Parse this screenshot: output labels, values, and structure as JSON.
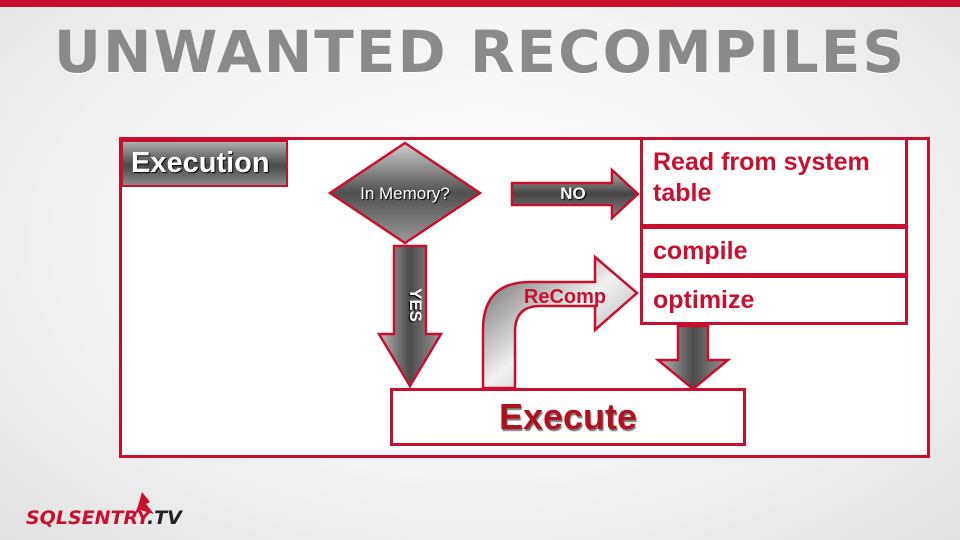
{
  "slide": {
    "title": "UNWANTED RECOMPILES"
  },
  "diagram": {
    "section_label": "Execution",
    "decision": "In Memory?",
    "no_label": "NO",
    "yes_label": "YES",
    "recomp_label": "ReComp",
    "steps": {
      "read": "Read from system table",
      "compile": "compile",
      "optimize": "optimize"
    },
    "execute": "Execute"
  },
  "logo": {
    "brand": "SQLSENTRY",
    "suffix": ".TV"
  },
  "colors": {
    "accent": "#c8102e",
    "title_gray": "#8a8a8a",
    "shape_gray": "#5a5a5a"
  },
  "icons": {
    "logo_mark": "sentry-figure-icon"
  }
}
